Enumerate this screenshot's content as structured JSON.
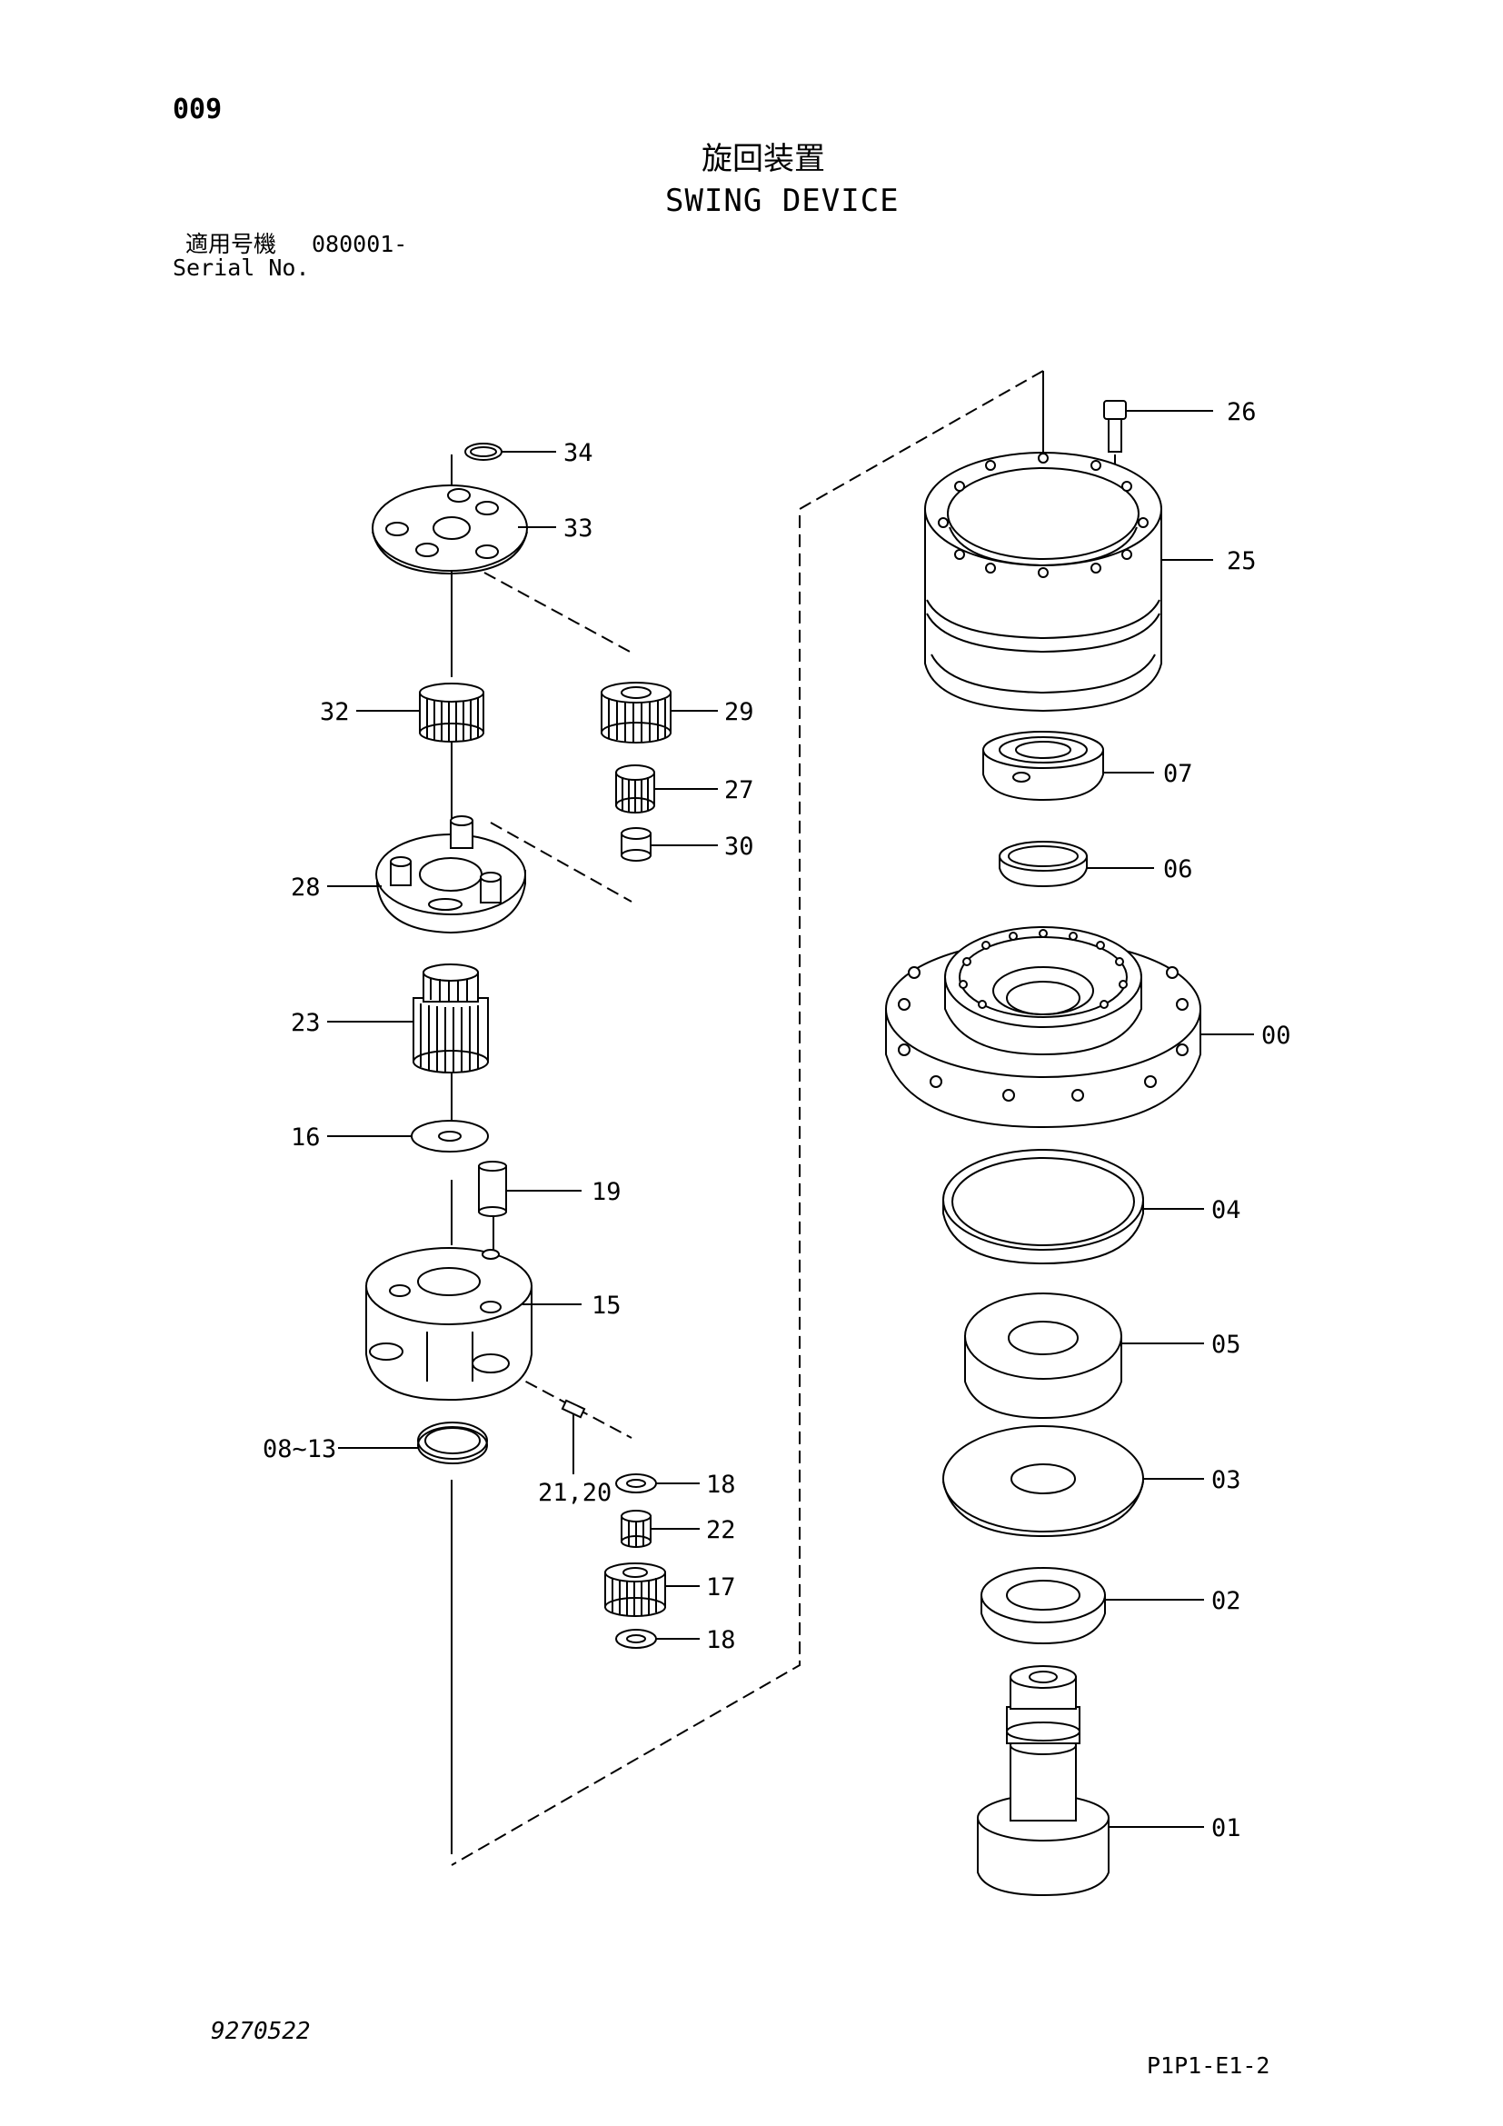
{
  "header": {
    "page_number": "009",
    "title_jp": "旋回装置",
    "title_en": "SWING DEVICE",
    "serial_label_jp": "適用号機",
    "serial_value": "080001-",
    "serial_label_en": "Serial No."
  },
  "callouts": [
    "34",
    "33",
    "32",
    "29",
    "27",
    "30",
    "28",
    "23",
    "16",
    "19",
    "15",
    "08~13",
    "21,20",
    "18",
    "22",
    "17",
    "18",
    "26",
    "25",
    "07",
    "06",
    "00",
    "04",
    "05",
    "03",
    "02",
    "01"
  ],
  "footer": {
    "document_number": "9270522",
    "page_code": "P1P1-E1-2"
  }
}
